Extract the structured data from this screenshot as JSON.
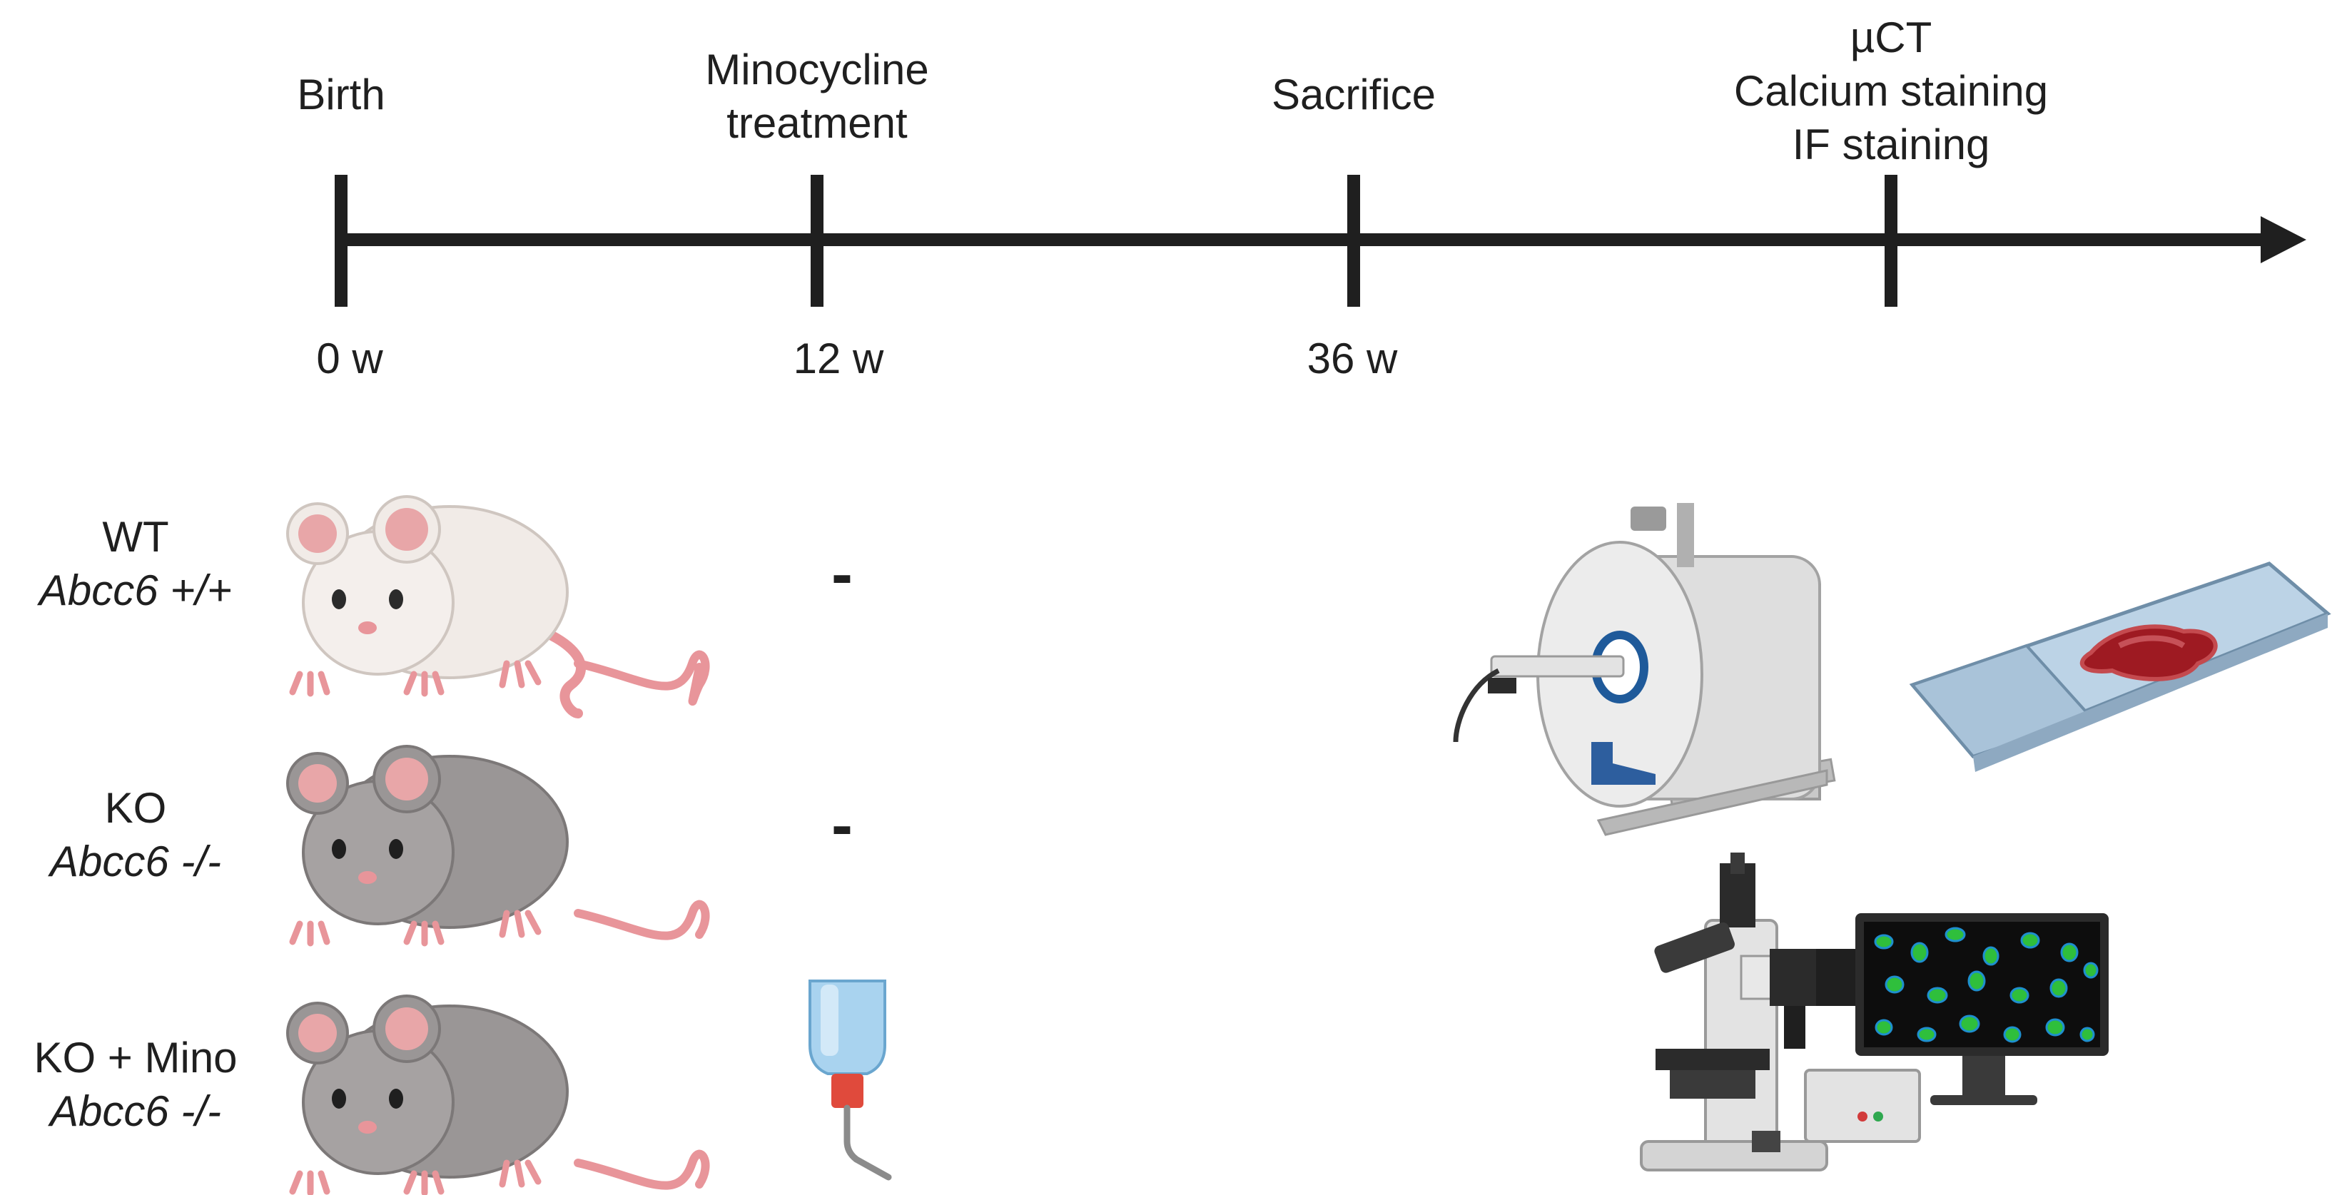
{
  "timeline": {
    "events": [
      {
        "label_lines": [
          "Birth"
        ],
        "week": "0 w"
      },
      {
        "label_lines": [
          "Minocycline",
          "treatment"
        ],
        "week": "12 w"
      },
      {
        "label_lines": [
          "Sacrifice"
        ],
        "week": "36 w"
      },
      {
        "label_lines": [
          "µCT",
          "Calcium staining",
          "IF staining"
        ],
        "week": ""
      }
    ]
  },
  "groups": [
    {
      "name": "WT",
      "genotype": "Abcc6 +/+",
      "treatment": "-",
      "mouse_color": "white"
    },
    {
      "name": "KO",
      "genotype": "Abcc6 -/-",
      "treatment": "-",
      "mouse_color": "grey"
    },
    {
      "name": "KO + Mino",
      "genotype": "Abcc6 -/-",
      "treatment": "water-bottle-icon",
      "mouse_color": "grey"
    }
  ],
  "colors": {
    "axis": "#1f1f1f",
    "mouse_white": "#f1ebe7",
    "mouse_grey": "#9a9696",
    "mouse_pink": "#e8959a",
    "bottle_blue": "#a9d3ef",
    "bottle_cap": "#e04a3c",
    "blood_red": "#9e1a22",
    "slide_blue": "#bcd3e6",
    "scanner_grey": "#d9d9d9",
    "monitor_cell_green": "#2fbf3c"
  }
}
